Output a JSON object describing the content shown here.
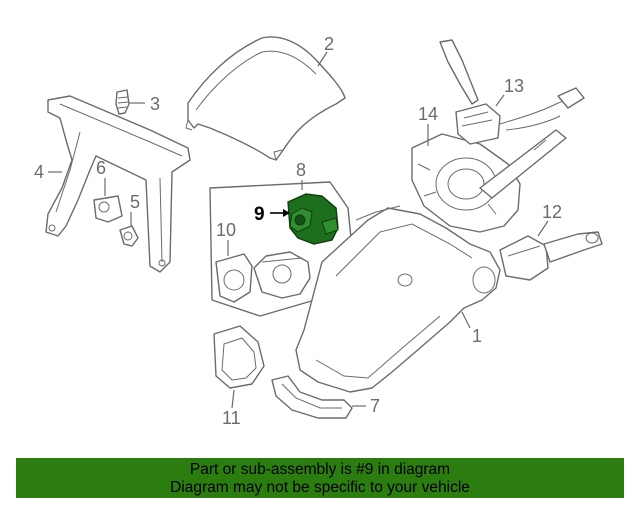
{
  "diagram": {
    "callouts": {
      "c1": "1",
      "c2": "2",
      "c3": "3",
      "c4": "4",
      "c5": "5",
      "c6": "6",
      "c7": "7",
      "c8": "8",
      "c9": "9",
      "c10": "10",
      "c11": "11",
      "c12": "12",
      "c13": "13",
      "c14": "14"
    },
    "highlighted_part": "9",
    "highlight_color": "#1d6e1d",
    "line_color": "#6b6b6b"
  },
  "footer": {
    "line1": "Part or sub-assembly is #9 in diagram",
    "line2": "Diagram may not be specific to your vehicle",
    "background": "#2b7d10"
  }
}
